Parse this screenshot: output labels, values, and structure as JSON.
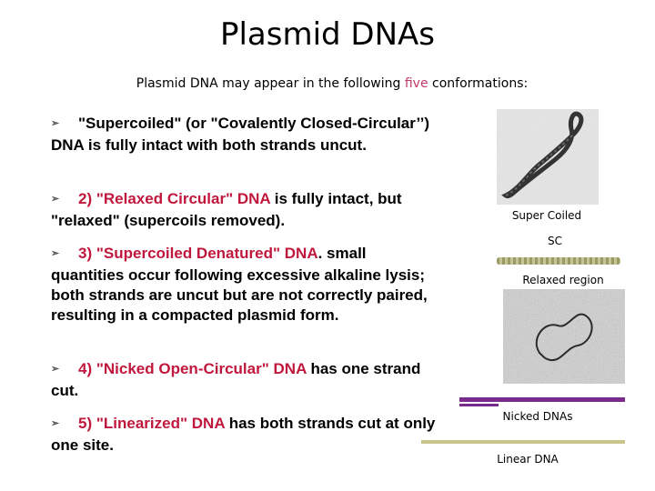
{
  "title": "Plasmid DNAs",
  "subtitle": {
    "before": "Plasmid DNA may appear in the following ",
    "highlight": "five",
    "after": " conformations:"
  },
  "bullets": [
    {
      "lead": "",
      "text": "\"Supercoiled\" (or \"Covalently Closed-Circular’’) DNA is fully intact with both strands uncut."
    },
    {
      "lead": "2) \"Relaxed Circular\" DNA",
      "text": " is fully intact, but \"relaxed\" (supercoils removed)."
    },
    {
      "lead": "3) \"Supercoiled Denatured\" DNA",
      "text": ". small quantities occur following excessive alkaline lysis; both strands are uncut but are not correctly paired, resulting in a compacted plasmid form."
    },
    {
      "lead": "4) \"Nicked Open-Circular\" DNA",
      "text": " has one strand cut."
    },
    {
      "lead": "5) \"Linearized\" DNA",
      "text": " has both strands cut at only one site."
    }
  ],
  "labels": {
    "super_coiled": "Super Coiled",
    "sc": "SC",
    "relaxed_region": "Relaxed region",
    "nicked": "Nicked DNAs",
    "linear": "Linear DNA"
  },
  "colors": {
    "highlight": "#c0183c",
    "nicked_bar": "#7a2a8c",
    "linear_bar": "#c9c58a"
  }
}
